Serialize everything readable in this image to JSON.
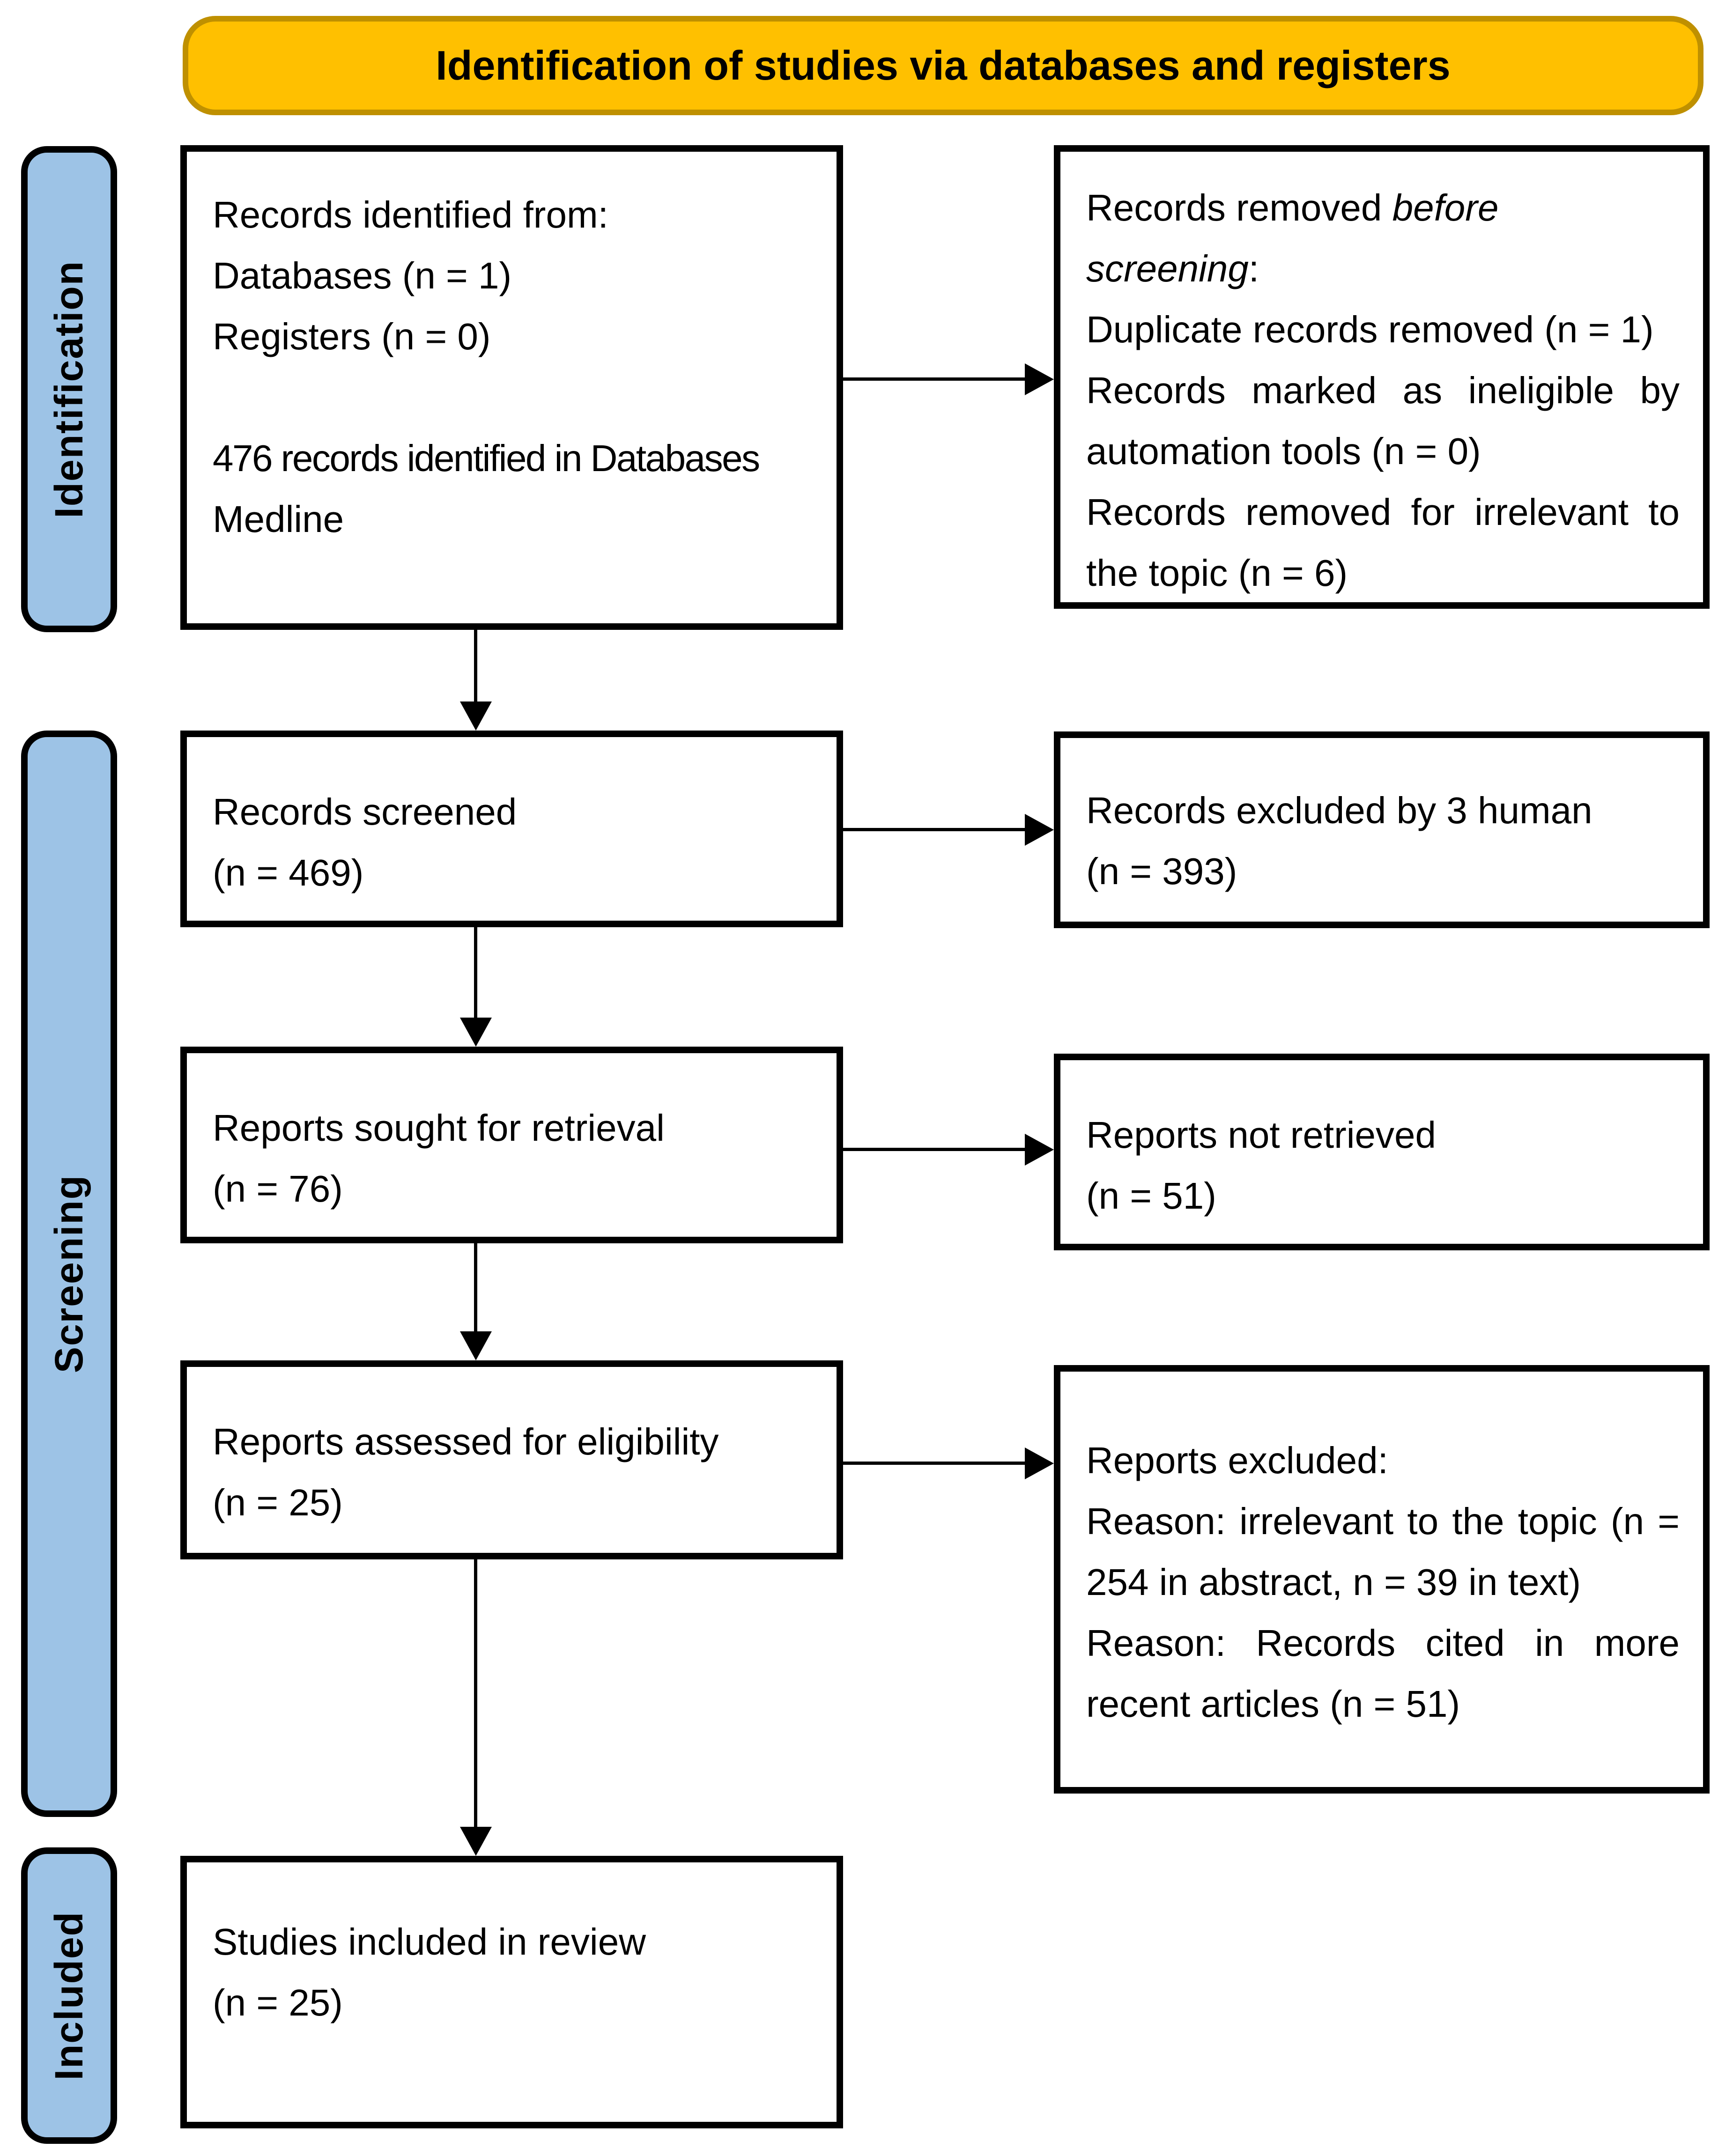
{
  "title": "Identification of studies via databases and registers",
  "sidebar": {
    "identification": "Identification",
    "screening": "Screening",
    "included": "Included"
  },
  "colors": {
    "banner_fill": "#FFC000",
    "banner_border": "#BF9000",
    "sidebar_fill": "#9DC3E6",
    "box_border": "#000000",
    "arrow": "#000000"
  },
  "boxes": {
    "records_identified": {
      "heading": "Records identified from:",
      "databases": "Databases (n = 1)",
      "registers": "Registers (n = 0)",
      "detail_line1": "476 records identified in Databases",
      "detail_line2": "Medline"
    },
    "records_removed": {
      "heading_prefix": "Records removed ",
      "heading_italic": "before screening",
      "heading_suffix": ":",
      "duplicates": "Duplicate records removed (n = 1)",
      "ineligible": "Records marked as ineligible by automation tools (n = 0)",
      "irrelevant": "Records removed for irrelevant to the topic (n = 6)"
    },
    "records_screened": {
      "heading": "Records screened",
      "count": "(n = 469)"
    },
    "records_excluded": {
      "heading": "Records excluded by 3 human",
      "count": "(n = 393)"
    },
    "reports_sought": {
      "heading": "Reports sought for retrieval",
      "count": "(n = 76)"
    },
    "reports_not_retrieved": {
      "heading": "Reports not retrieved",
      "count": "(n = 51)"
    },
    "reports_assessed": {
      "heading": "Reports assessed for eligibility",
      "count": "(n = 25)"
    },
    "reports_excluded": {
      "heading": "Reports excluded:",
      "reason1": "Reason: irrelevant to the topic (n = 254 in abstract, n = 39 in text)",
      "reason2": "Reason: Records cited in more recent articles (n = 51)"
    },
    "studies_included": {
      "heading": "Studies included in review",
      "count": "(n = 25)"
    }
  }
}
